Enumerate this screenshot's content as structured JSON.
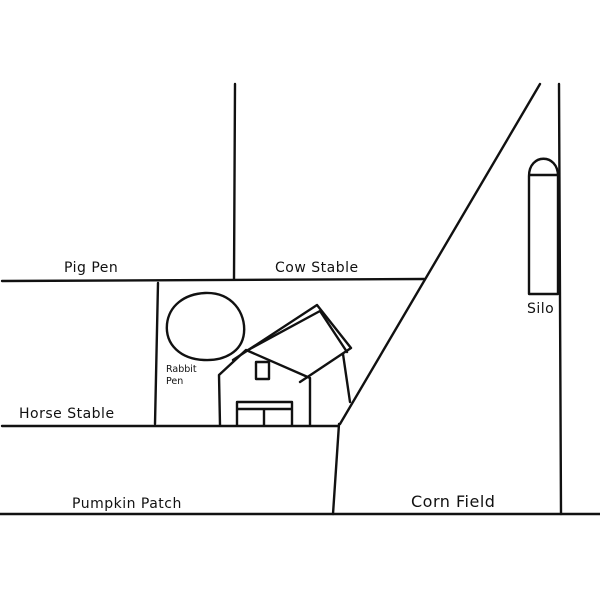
{
  "labels": {
    "pig_pen": "Pig Pen",
    "cow_stable": "Cow Stable",
    "silo": "Silo",
    "rabbit_pen_line1": "Rabbit",
    "rabbit_pen_line2": "Pen",
    "horse_stable": "Horse Stable",
    "pumpkin_patch": "Pumpkin Patch",
    "corn_field": "Corn Field"
  }
}
